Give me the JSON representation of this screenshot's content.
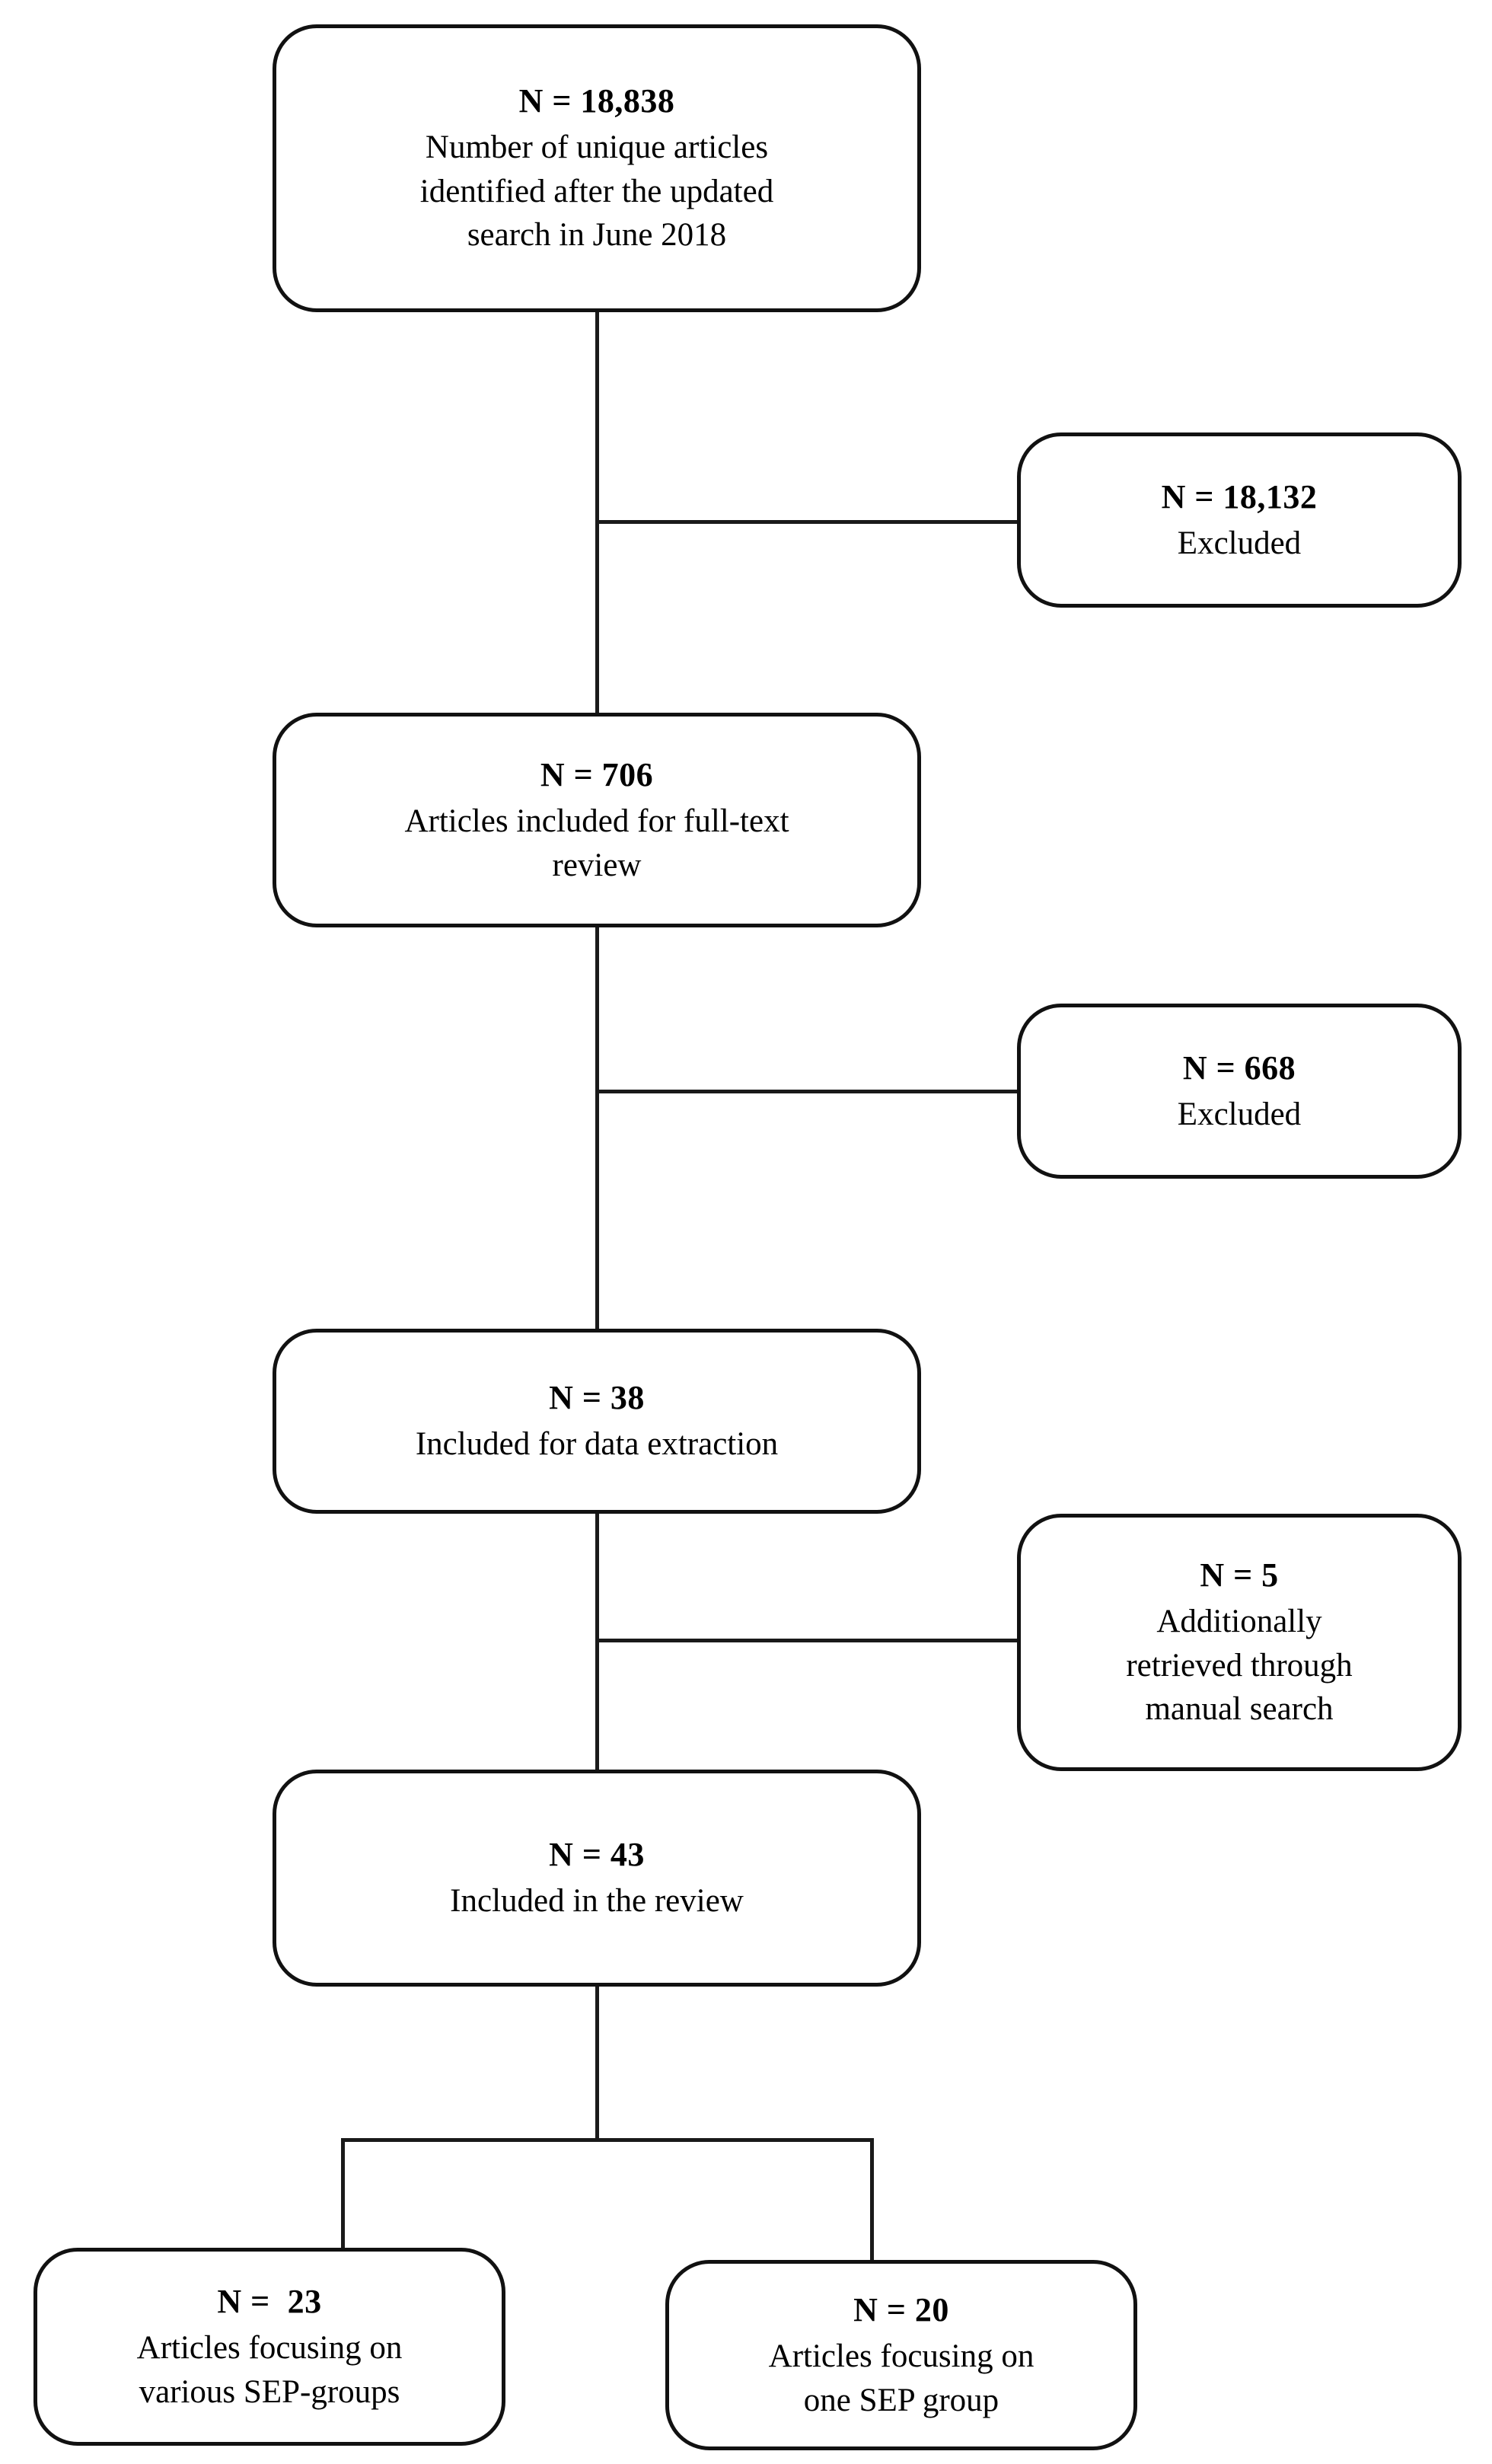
{
  "figure": {
    "type": "prisma-flow-diagram",
    "orientation": "vertical",
    "line_color": "#111111",
    "box_fill": "#ffffff",
    "text_color": "#000000"
  },
  "nodes": {
    "identified": {
      "count": "N = 18,838",
      "line1": "Number of unique  articles",
      "line2": "identified  after the updated",
      "line3": "search in June 2018"
    },
    "excluded_first": {
      "count": "N = 18,132",
      "line1": "Excluded"
    },
    "fulltext": {
      "count": "N = 706",
      "line1": "Articles included  for full-text",
      "line2": "review"
    },
    "excluded_second": {
      "count": "N = 668",
      "line1": "Excluded"
    },
    "extraction": {
      "count": "N = 38",
      "line1": "Included for data extraction"
    },
    "manual": {
      "count": "N = 5",
      "line1": "Additionally",
      "line2": "retrieved through",
      "line3": "manual search"
    },
    "review": {
      "count": "N = 43",
      "line1": "Included in the review"
    },
    "various_sep": {
      "count": "N =  23",
      "line1": "Articles focusing on",
      "line2": "various SEP-groups"
    },
    "one_sep": {
      "count": "N = 20",
      "line1": "Articles focusing on",
      "line2": "one SEP group"
    }
  },
  "connectors": [
    {
      "name": "spine-identified-to-fulltext",
      "from": "identified",
      "to": "fulltext"
    },
    {
      "name": "branch-to-excluded-first",
      "from": "spine",
      "to": "excluded_first"
    },
    {
      "name": "spine-fulltext-to-extraction",
      "from": "fulltext",
      "to": "extraction"
    },
    {
      "name": "branch-to-excluded-second",
      "from": "spine",
      "to": "excluded_second"
    },
    {
      "name": "spine-extraction-to-review",
      "from": "extraction",
      "to": "review"
    },
    {
      "name": "branch-to-manual",
      "from": "spine",
      "to": "manual"
    },
    {
      "name": "spine-review-to-fork",
      "from": "review",
      "to": "fork"
    },
    {
      "name": "fork-to-various-sep",
      "from": "fork",
      "to": "various_sep"
    },
    {
      "name": "fork-to-one-sep",
      "from": "fork",
      "to": "one_sep"
    }
  ]
}
